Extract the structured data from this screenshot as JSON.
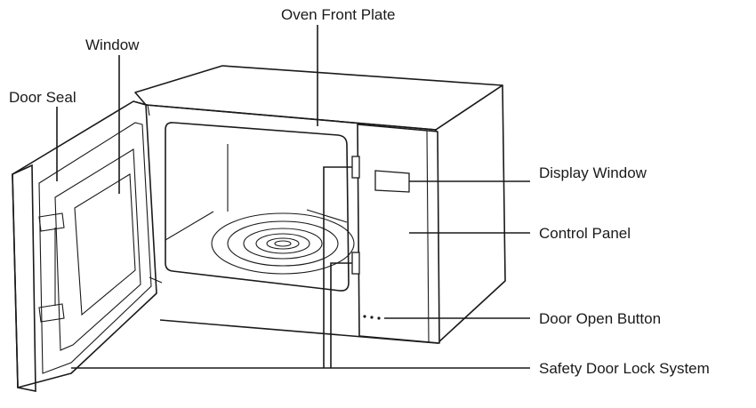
{
  "labels": {
    "oven_front_plate": "Oven Front Plate",
    "window": "Window",
    "door_seal": "Door Seal",
    "display_window": "Display Window",
    "control_panel": "Control Panel",
    "door_open_button": "Door Open Button",
    "safety_door_lock_system": "Safety Door Lock System"
  },
  "colors": {
    "ink": "#1a1a1a",
    "background": "#ffffff"
  }
}
